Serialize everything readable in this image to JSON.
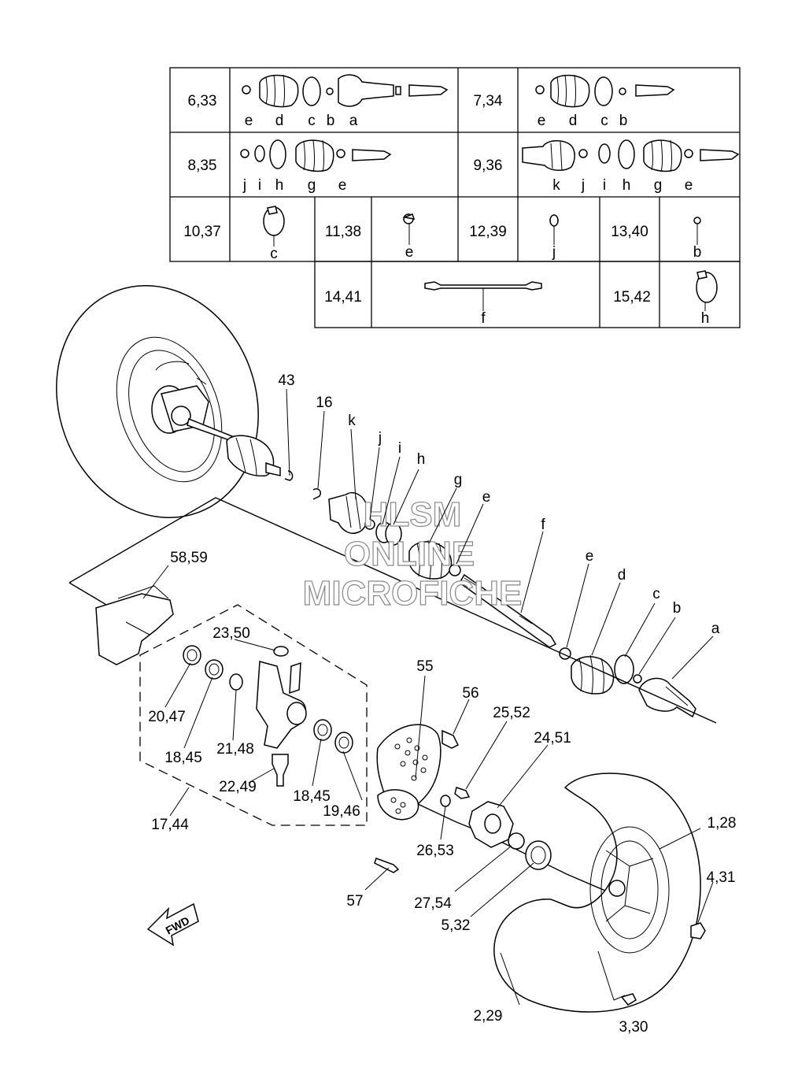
{
  "table": {
    "rows": [
      {
        "code": "6,33",
        "letters": [
          "e",
          "d",
          "c",
          "b",
          "a"
        ]
      },
      {
        "code": "7,34",
        "letters": [
          "e",
          "d",
          "c",
          "b"
        ]
      },
      {
        "code": "8,35",
        "letters": [
          "j",
          "i",
          "h",
          "g",
          "e"
        ]
      },
      {
        "code": "9,36",
        "letters": [
          "k",
          "j",
          "i",
          "h",
          "g",
          "e"
        ]
      },
      {
        "code": "10,37",
        "letters": [
          "c"
        ]
      },
      {
        "code": "11,38",
        "letters": [
          "e"
        ]
      },
      {
        "code": "12,39",
        "letters": [
          "j"
        ]
      },
      {
        "code": "13,40",
        "letters": [
          "b"
        ]
      },
      {
        "code": "14,41",
        "letters": [
          "f"
        ]
      },
      {
        "code": "15,42",
        "letters": [
          "h"
        ]
      }
    ]
  },
  "callouts": {
    "p43": "43",
    "p16": "16",
    "pk": "k",
    "pj": "j",
    "pi": "i",
    "ph": "h",
    "pg": "g",
    "pe1": "e",
    "pf": "f",
    "pe2": "e",
    "pd": "d",
    "pc": "c",
    "pb": "b",
    "pa": "a",
    "p58": "58,59",
    "p23": "23,50",
    "p20": "20,47",
    "p18a": "18,45",
    "p21": "21,48",
    "p22": "22,49",
    "p18b": "18,45",
    "p19": "19,46",
    "p17": "17,44",
    "p55": "55",
    "p56": "56",
    "p25": "25,52",
    "p24": "24,51",
    "p26": "26,53",
    "p27": "27,54",
    "p5": "5,32",
    "p57": "57",
    "p1": "1,28",
    "p4": "4,31",
    "p2": "2,29",
    "p3": "3,30"
  },
  "watermark": {
    "line1": "HLSM",
    "line2": "ONLINE",
    "line3": "MICROFICHE"
  },
  "fwd_label": "FWD"
}
